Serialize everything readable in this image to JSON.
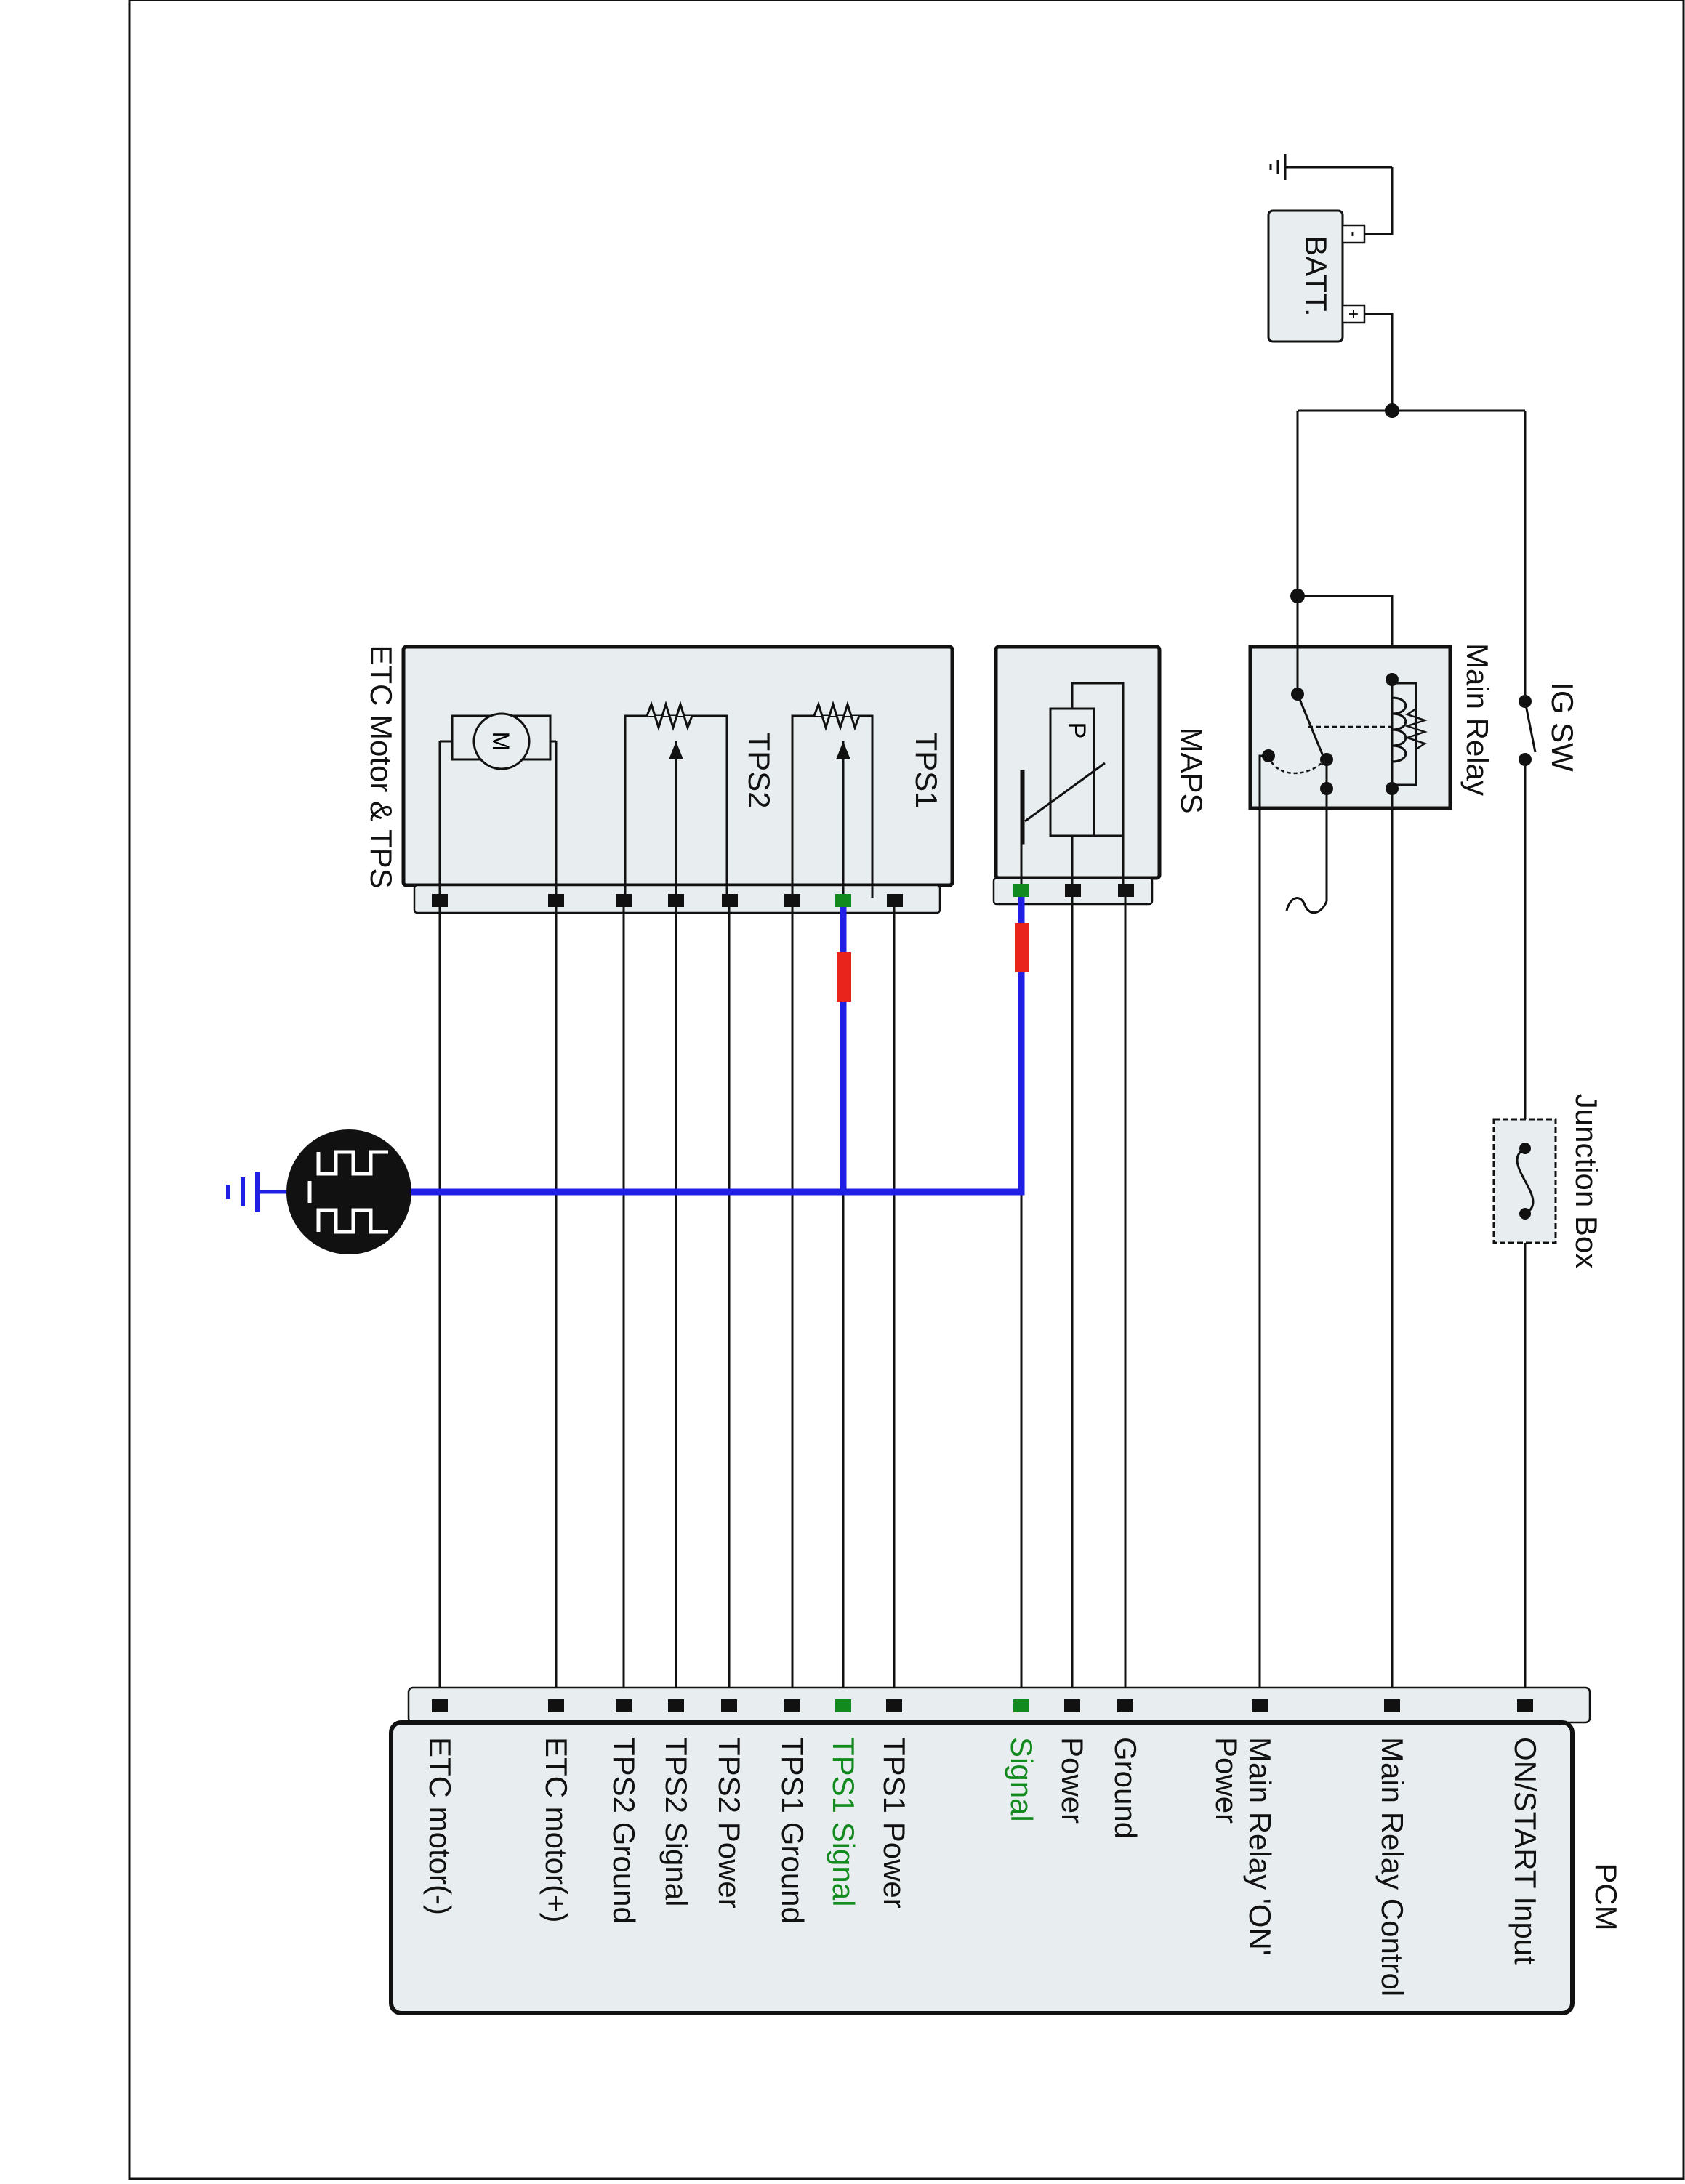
{
  "colors": {
    "short_wire": "#1f1fe6",
    "fault_marker": "#e8241c",
    "signal_pin": "#138a1e",
    "box_fill": "#e8eef0"
  },
  "components": {
    "battery": {
      "label": "BATT.",
      "minus": "-",
      "plus": "+"
    },
    "ig_switch": {
      "label": "IG SW"
    },
    "main_relay": {
      "label": "Main Relay"
    },
    "junction_box": {
      "label": "Junction Box"
    },
    "maps": {
      "label": "MAPS",
      "sensor_letter": "P"
    },
    "etc": {
      "label": "ETC Motor & TPS",
      "tps1": "TPS1",
      "tps2": "TPS2",
      "motor_letter": "M"
    },
    "pcm": {
      "label": "PCM"
    }
  },
  "pcm_pins": [
    {
      "label": "ON/START Input"
    },
    {
      "label": "Main Relay Control"
    },
    {
      "label": "Main Relay 'ON'",
      "label2": "Power"
    },
    {
      "label": "Ground"
    },
    {
      "label": "Power"
    },
    {
      "label": "Signal",
      "highlight": true
    },
    {
      "label": "TPS1 Power"
    },
    {
      "label": "TPS1 Signal",
      "highlight": true
    },
    {
      "label": "TPS1 Ground"
    },
    {
      "label": "TPS2 Power"
    },
    {
      "label": "TPS2 Signal"
    },
    {
      "label": "TPS2 Ground"
    },
    {
      "label": "ETC motor(+)"
    },
    {
      "label": "ETC motor(-)"
    }
  ]
}
